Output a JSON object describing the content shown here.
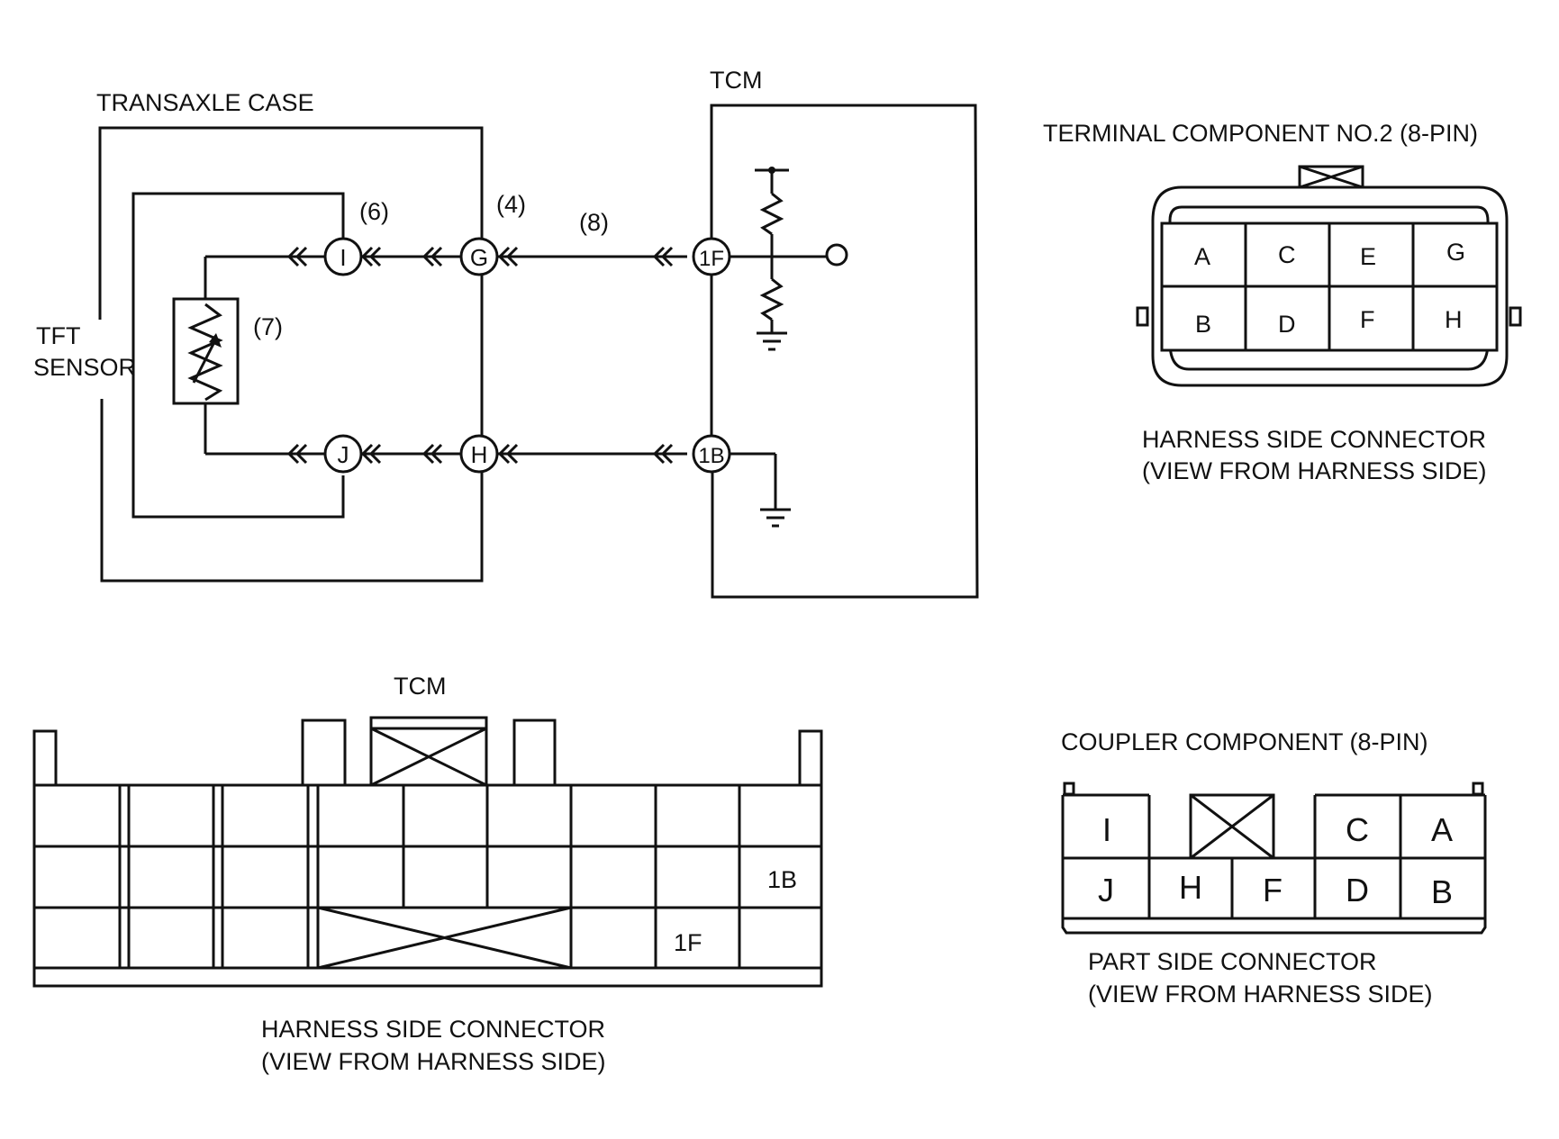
{
  "wiring": {
    "transaxle_case_label": "TRANSAXLE CASE",
    "tcm_label": "TCM",
    "sensor_label_line1": "TFT",
    "sensor_label_line2": "SENSOR",
    "callouts": {
      "c6": "(6)",
      "c4": "(4)",
      "c8": "(8)",
      "c7": "(7)"
    },
    "terminals": {
      "I": "I",
      "J": "J",
      "G": "G",
      "H": "H",
      "t1F": "1F",
      "t1B": "1B"
    }
  },
  "terminal_component": {
    "title": "TERMINAL COMPONENT NO.2 (8-PIN)",
    "pins_top": [
      "A",
      "C",
      "E",
      "G"
    ],
    "pins_bottom": [
      "B",
      "D",
      "F",
      "H"
    ],
    "caption_line1": "HARNESS SIDE CONNECTOR",
    "caption_line2": "(VIEW FROM HARNESS SIDE)"
  },
  "tcm_connector": {
    "title": "TCM",
    "pin_1B": "1B",
    "pin_1F": "1F",
    "caption_line1": "HARNESS SIDE CONNECTOR",
    "caption_line2": "(VIEW FROM HARNESS SIDE)"
  },
  "coupler_component": {
    "title": "COUPLER COMPONENT (8-PIN)",
    "pins_top": [
      "I",
      "C",
      "A"
    ],
    "pins_bottom": [
      "J",
      "H",
      "F",
      "D",
      "B"
    ],
    "caption_line1": "PART SIDE CONNECTOR",
    "caption_line2": "(VIEW FROM HARNESS SIDE)"
  }
}
